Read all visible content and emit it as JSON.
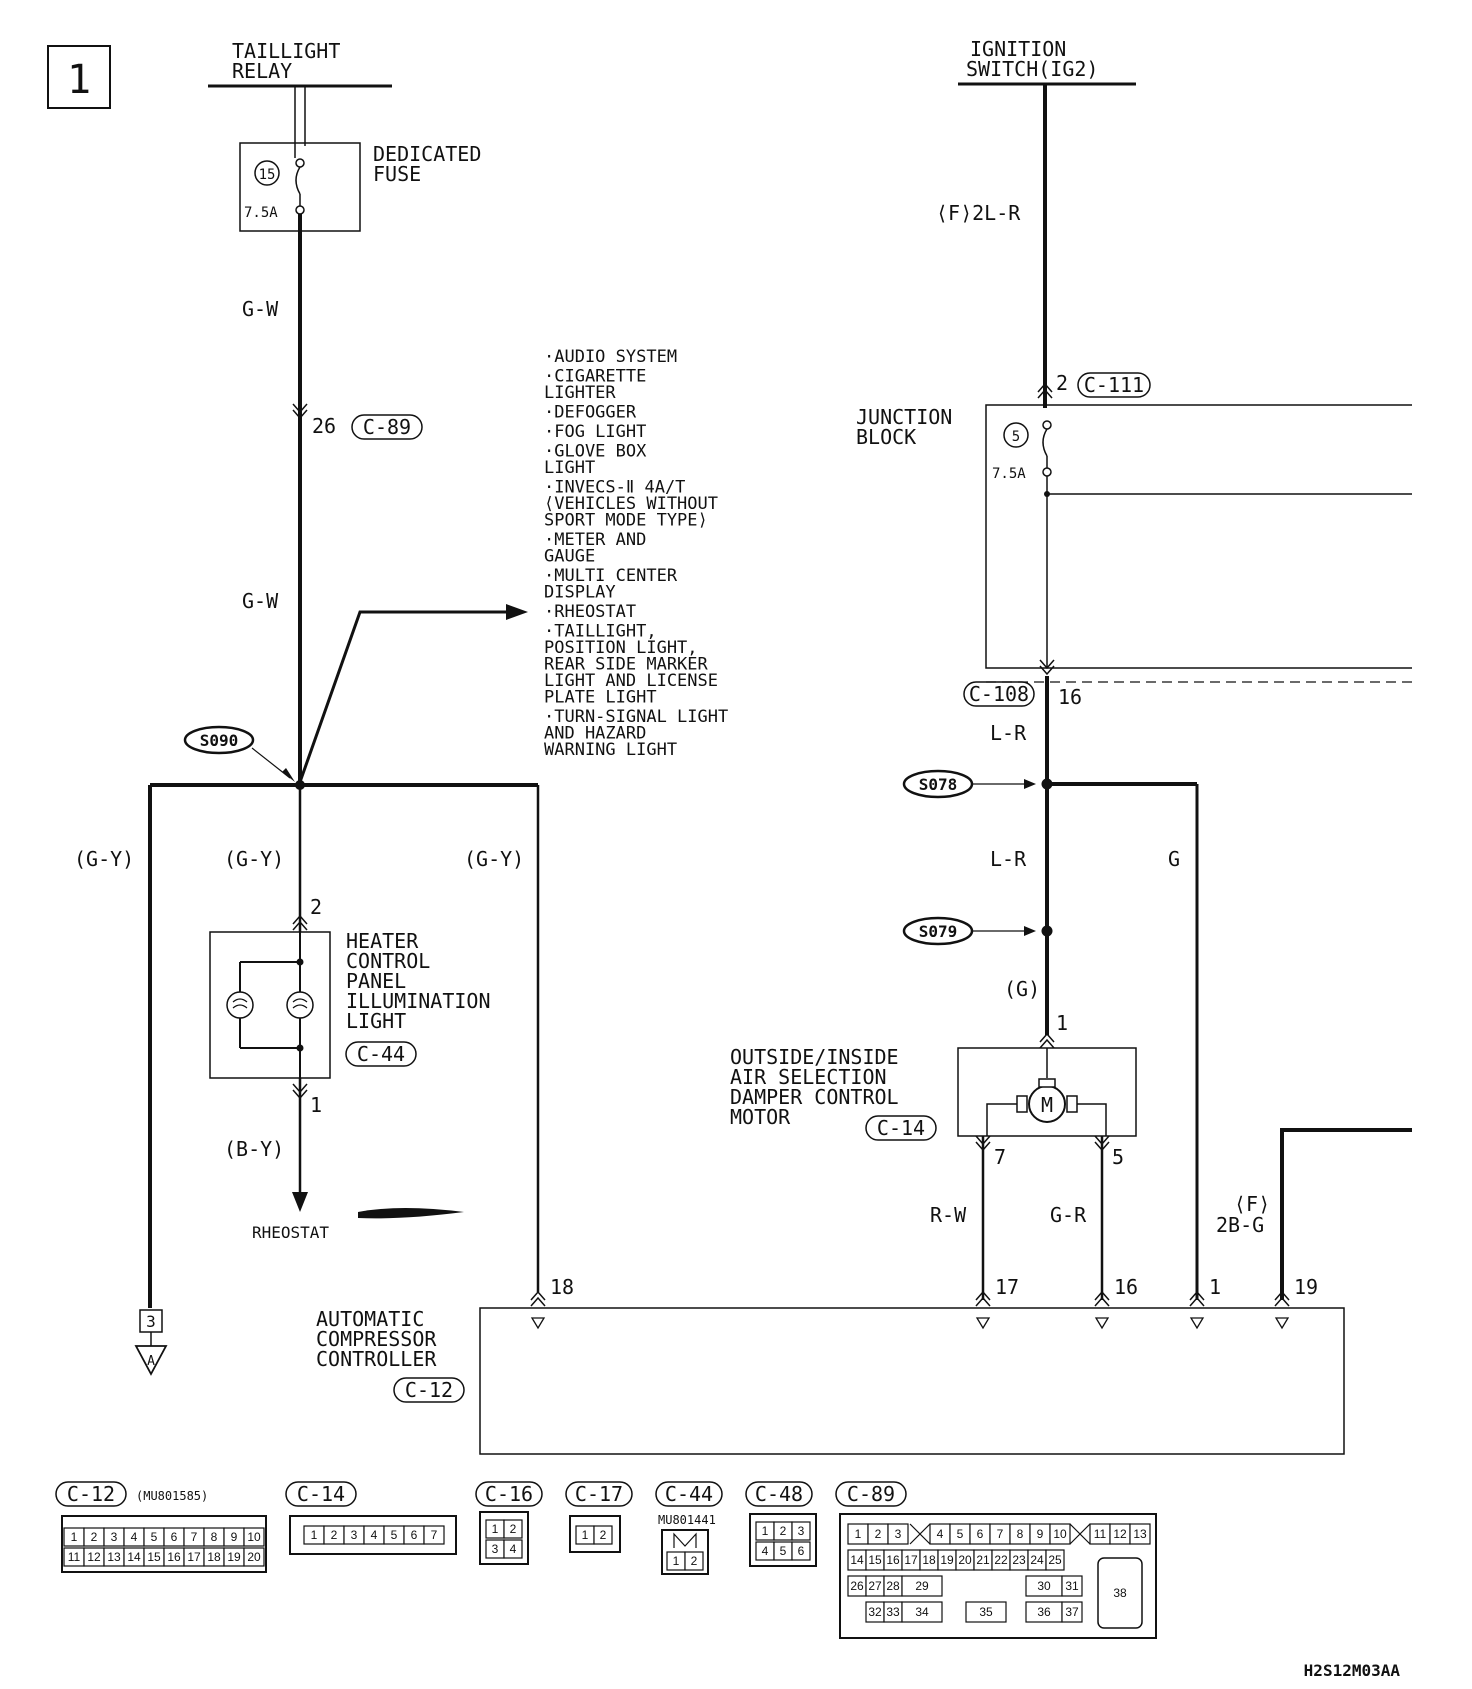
{
  "page_label": "1",
  "diagram_code": "H2S12M03AA",
  "left_circuit": {
    "source_label": [
      "TAILLIGHT",
      "RELAY"
    ],
    "fuse_label": [
      "DEDICATED",
      "FUSE"
    ],
    "fuse_number": "15",
    "fuse_rating": "7.5A",
    "wire_gw_upper": "G-W",
    "conn_c89_pin": "26",
    "conn_c89": "C-89",
    "wire_gw_lower": "G-W",
    "splice_s090": "S090",
    "branch_list": [
      [
        "·AUDIO SYSTEM"
      ],
      [
        "·CIGARETTE",
        " LIGHTER"
      ],
      [
        "·DEFOGGER"
      ],
      [
        "·FOG LIGHT"
      ],
      [
        "·GLOVE BOX",
        " LIGHT"
      ],
      [
        "·INVECS-Ⅱ 4A/T",
        " ⟨VEHICLES WITHOUT",
        "  SPORT MODE TYPE⟩"
      ],
      [
        "·METER AND",
        " GAUGE"
      ],
      [
        "·MULTI CENTER",
        " DISPLAY"
      ],
      [
        "·RHEOSTAT"
      ],
      [
        "·TAILLIGHT,",
        " POSITION LIGHT,",
        " REAR SIDE MARKER",
        " LIGHT AND LICENSE",
        " PLATE LIGHT"
      ],
      [
        "·TURN-SIGNAL LIGHT",
        " AND HAZARD",
        " WARNING LIGHT"
      ]
    ],
    "wire_gy_left": "(G-Y)",
    "wire_gy_mid": "(G-Y)",
    "wire_gy_right": "(G-Y)",
    "heater_pin_top": "2",
    "heater_label": [
      "HEATER",
      "CONTROL",
      "PANEL",
      "ILLUMINATION",
      "LIGHT"
    ],
    "heater_conn": "C-44",
    "heater_pin_bottom": "1",
    "wire_by": "(B-Y)",
    "rheostat_label": "RHEOSTAT",
    "offpage_number": "3",
    "offpage_letter": "A"
  },
  "right_circuit": {
    "source_label": [
      "IGNITION",
      "SWITCH(IG2)"
    ],
    "wire_f2lr": "⟨F⟩2L-R",
    "c111_pin": "2",
    "conn_c111": "C-111",
    "junction_label": [
      "JUNCTION",
      "BLOCK"
    ],
    "fuse_number": "5",
    "fuse_rating": "7.5A",
    "conn_c108": "C-108",
    "c108_pin": "16",
    "wire_lr_upper": "L-R",
    "splice_s078": "S078",
    "wire_g": "G",
    "wire_lr_lower": "L-R",
    "splice_s079": "S079",
    "wire_g_paren": "(G)",
    "motor_pin_top": "1",
    "motor_label": [
      "OUTSIDE/INSIDE",
      "AIR SELECTION",
      "DAMPER CONTROL",
      "MOTOR"
    ],
    "motor_conn": "C-14",
    "motor_pin_left": "7",
    "motor_pin_right": "5",
    "wire_rw": "R-W",
    "wire_gr": "G-R",
    "wire_f2bg_top": "⟨F⟩",
    "wire_f2bg": "2B-G"
  },
  "controller": {
    "label": [
      "AUTOMATIC",
      "COMPRESSOR",
      "CONTROLLER"
    ],
    "conn": "C-12",
    "pins": [
      "18",
      "17",
      "16",
      "1",
      "19"
    ]
  },
  "connectors": {
    "c12": {
      "name": "C-12",
      "part": "(MU801585)",
      "row1": [
        "1",
        "2",
        "3",
        "4",
        "5",
        "6",
        "7",
        "8",
        "9",
        "10"
      ],
      "row2": [
        "11",
        "12",
        "13",
        "14",
        "15",
        "16",
        "17",
        "18",
        "19",
        "20"
      ]
    },
    "c14": {
      "name": "C-14",
      "row1": [
        "1",
        "2",
        "3",
        "4",
        "5",
        "6",
        "7"
      ]
    },
    "c16": {
      "name": "C-16",
      "cells": [
        "1",
        "2",
        "3",
        "4"
      ]
    },
    "c17": {
      "name": "C-17",
      "cells": [
        "1",
        "2"
      ]
    },
    "c44": {
      "name": "C-44",
      "part": "MU801441",
      "cells": [
        "1",
        "2"
      ]
    },
    "c48": {
      "name": "C-48",
      "cells": [
        "1",
        "2",
        "3",
        "4",
        "5",
        "6"
      ]
    },
    "c89": {
      "name": "C-89",
      "row1": [
        "1",
        "2",
        "3",
        "4",
        "5",
        "6",
        "7",
        "8",
        "9",
        "10",
        "11",
        "12",
        "13"
      ],
      "row2": [
        "14",
        "15",
        "16",
        "17",
        "18",
        "19",
        "20",
        "21",
        "22",
        "23",
        "24",
        "25"
      ],
      "row3": [
        "26",
        "27",
        "28",
        "29",
        "30",
        "31"
      ],
      "row4": [
        "32",
        "33",
        "34",
        "35",
        "36",
        "37"
      ],
      "big": "38"
    }
  }
}
